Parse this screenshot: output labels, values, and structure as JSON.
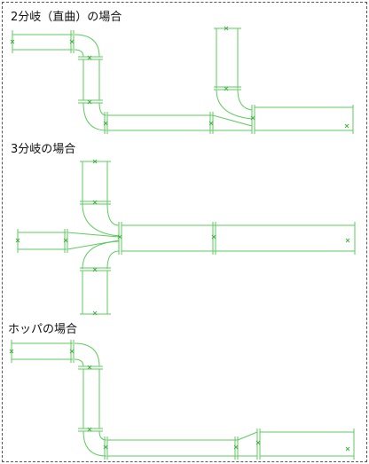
{
  "titles": {
    "two_branch": "2分岐（直曲）の場合",
    "three_branch": "3分岐の場合",
    "hopper": "ホッパの場合"
  },
  "colors": {
    "duct_line": "#5ecb5e",
    "marker": "#3fae3f",
    "frame": "#555555",
    "text": "#111111"
  },
  "legend_markers": "x-marks at duct section joints"
}
